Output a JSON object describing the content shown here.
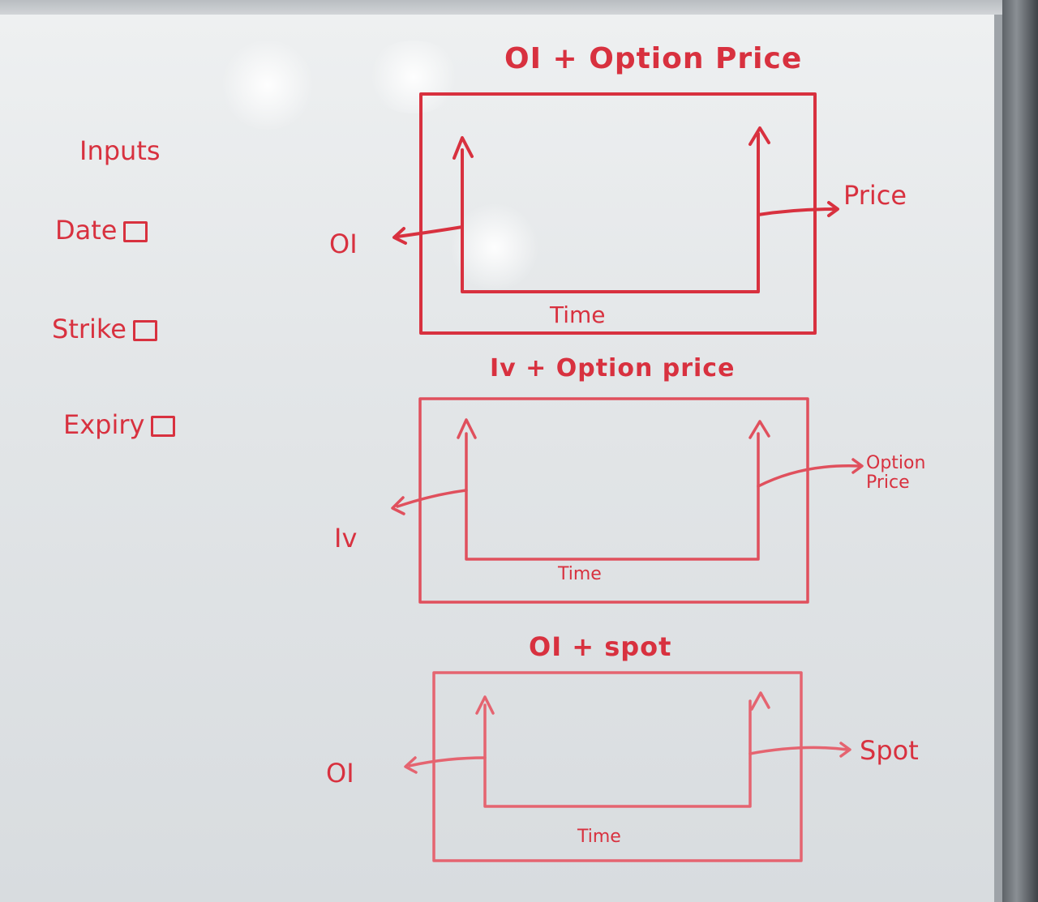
{
  "inputs": {
    "heading": "Inputs",
    "fields": [
      {
        "label": "Date"
      },
      {
        "label": "Strike"
      },
      {
        "label": "Expiry"
      }
    ]
  },
  "charts": [
    {
      "title": "OI + Option Price",
      "left_axis": "OI",
      "right_axis": "Price",
      "x_axis": "Time"
    },
    {
      "title": "Iv + Option price",
      "left_axis": "Iv",
      "right_axis_line1": "Option",
      "right_axis_line2": "Price",
      "x_axis": "Time"
    },
    {
      "title": "OI + spot",
      "left_axis": "OI",
      "right_axis": "Spot",
      "x_axis": "Time"
    }
  ],
  "colors": {
    "ink": "#d8313f",
    "ink_faded": "#e56470"
  }
}
